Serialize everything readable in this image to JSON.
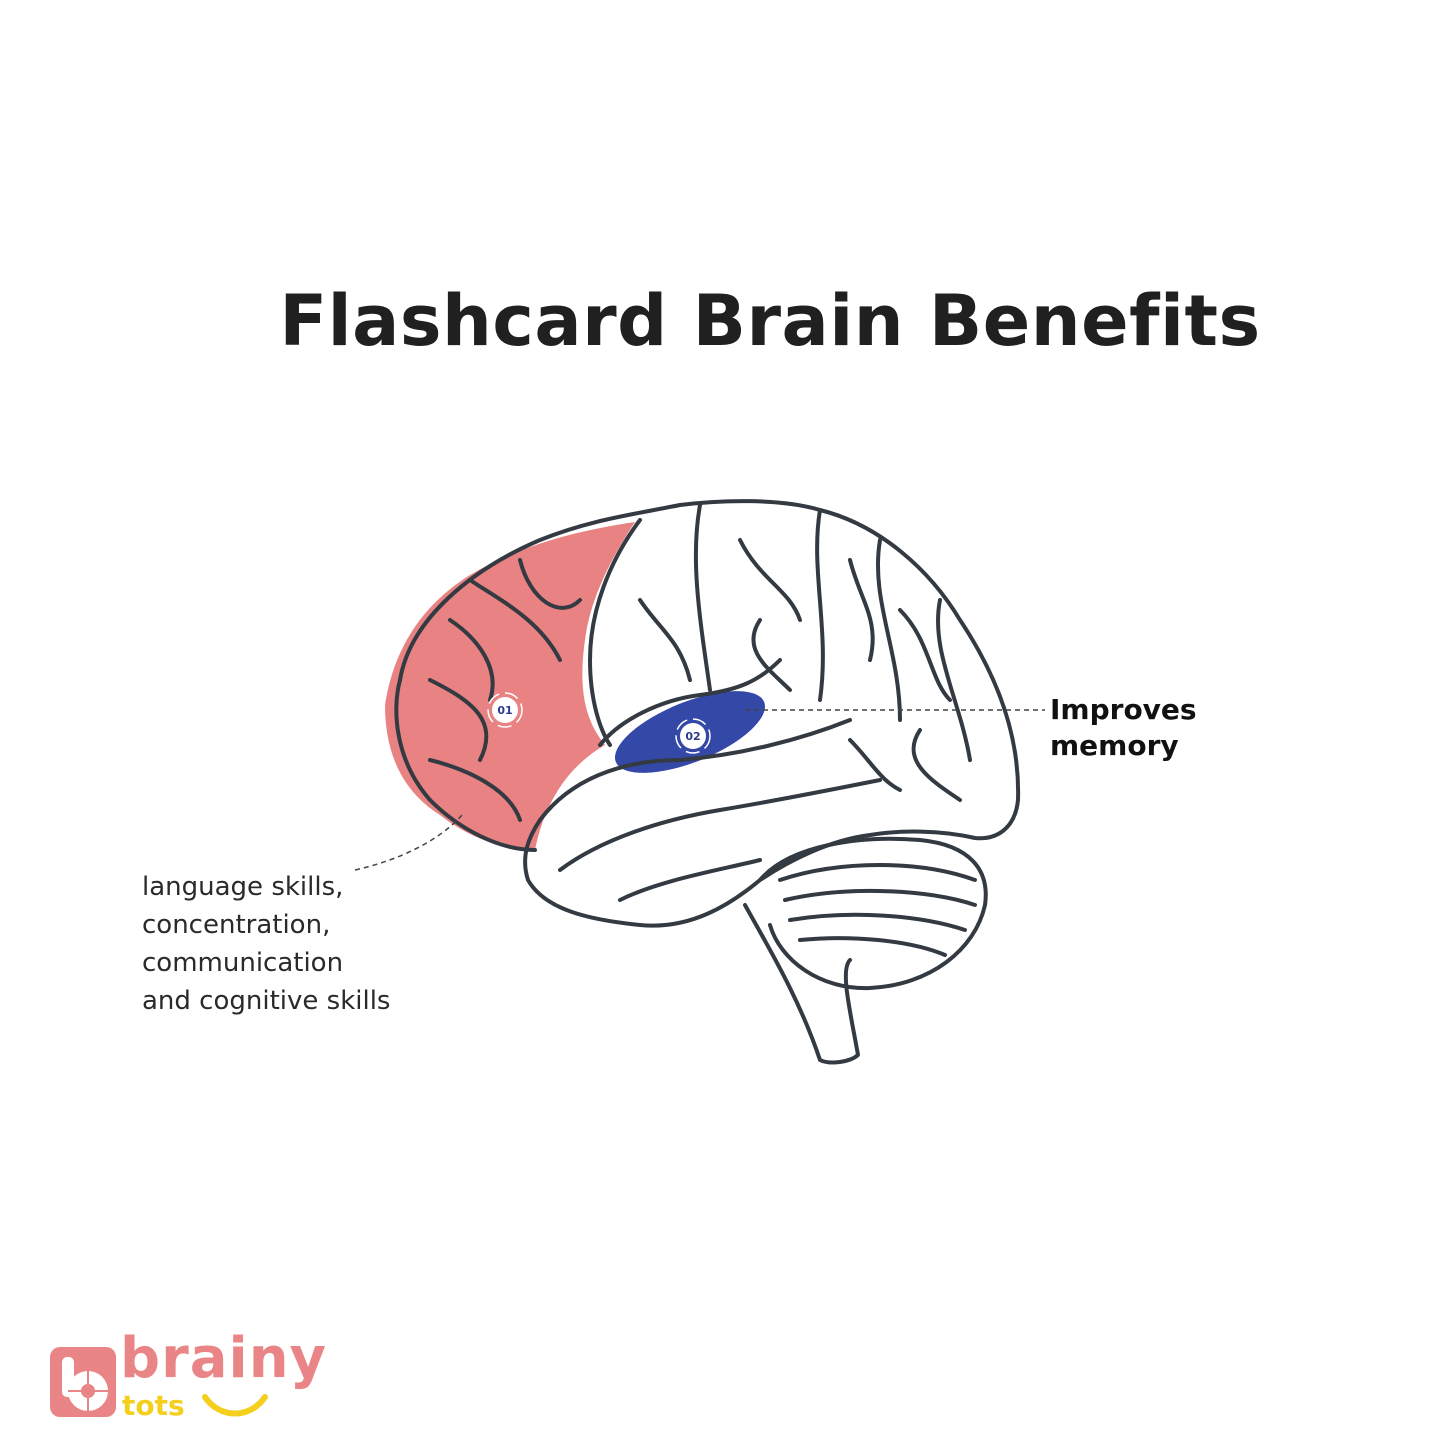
{
  "title": "Flashcard Brain Benefits",
  "regions": [
    {
      "marker": "01",
      "color": "#e98383",
      "lines": [
        "language skills,",
        "concentration,",
        "communication",
        "and cognitive skills"
      ]
    },
    {
      "marker": "02",
      "color": "#3448a8",
      "lines": [
        "Improves",
        "memory"
      ]
    }
  ],
  "logo": {
    "main": "brainy",
    "sub": "tots"
  }
}
